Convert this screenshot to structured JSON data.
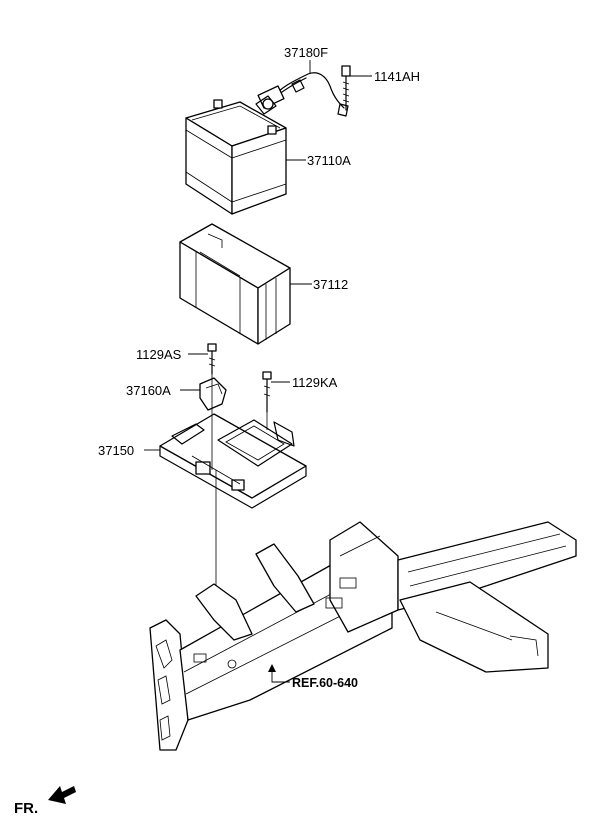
{
  "parts": [
    {
      "id": "cable",
      "label": "37180F"
    },
    {
      "id": "bolt-top",
      "label": "1141AH"
    },
    {
      "id": "battery",
      "label": "37110A"
    },
    {
      "id": "insulation-pad",
      "label": "37112"
    },
    {
      "id": "bolt-as",
      "label": "1129AS"
    },
    {
      "id": "clamp",
      "label": "37160A"
    },
    {
      "id": "bolt-ka",
      "label": "1129KA"
    },
    {
      "id": "tray",
      "label": "37150"
    }
  ],
  "reference": {
    "label": "REF.60-640"
  },
  "direction": {
    "label": "FR."
  }
}
